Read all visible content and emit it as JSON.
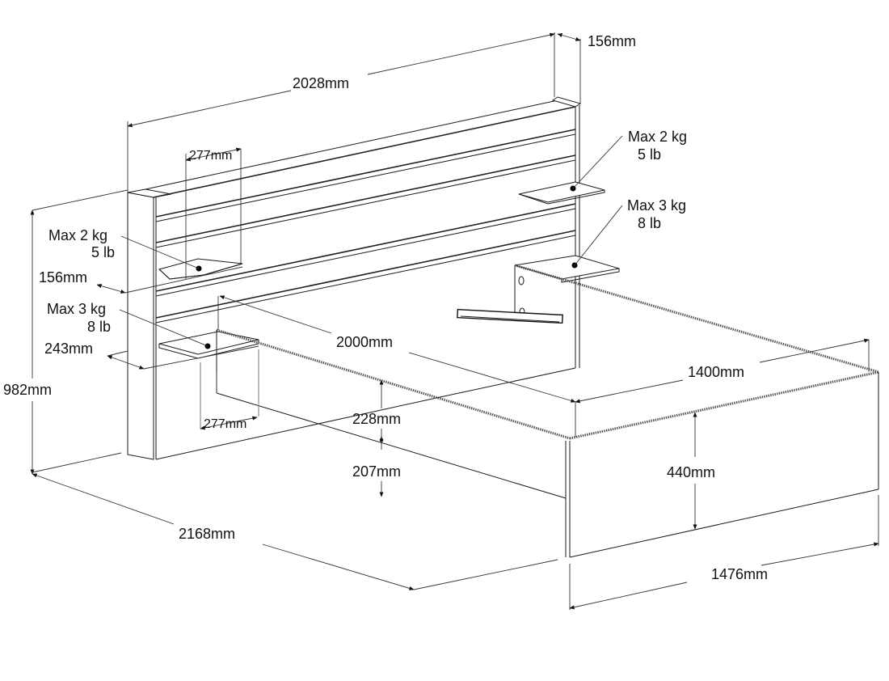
{
  "diagram": {
    "subject": "Bed frame with headboard shelves - dimension drawing",
    "dimensions": {
      "headboard_width": "2028mm",
      "headboard_depth": "156mm",
      "headboard_height": "982mm",
      "upper_shelf_width_left": "277mm",
      "upper_shelf_depth_left": "156mm",
      "lower_shelf_depth_left": "243mm",
      "lower_shelf_width_left": "277mm",
      "mattress_length": "2000mm",
      "mattress_width": "1400mm",
      "side_rail_height": "228mm",
      "ground_clearance": "207mm",
      "footboard_height": "440mm",
      "total_length": "2168mm",
      "total_width": "1476mm"
    },
    "load_labels": {
      "upper_left": {
        "kg": "Max 2 kg",
        "lb": "5 lb"
      },
      "lower_left": {
        "kg": "Max 3 kg",
        "lb": "8 lb"
      },
      "upper_right": {
        "kg": "Max 2 kg",
        "lb": "5 lb"
      },
      "lower_right": {
        "kg": "Max 3 kg",
        "lb": "8 lb"
      }
    }
  }
}
